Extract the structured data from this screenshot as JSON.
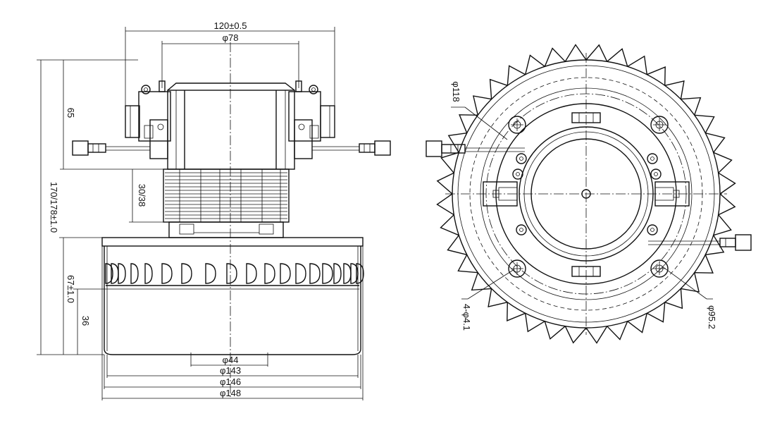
{
  "side_view": {
    "dims": {
      "width_total": "120±0.5",
      "dia_top": "φ78",
      "height_top": "65",
      "stack_height": "30/38",
      "height_total": "170/178±1.0",
      "fan_height": "67±1.0",
      "fan_lower": "36",
      "dia_inlet": "φ44",
      "dia_143": "φ143",
      "dia_146": "φ146",
      "dia_148": "φ148"
    }
  },
  "end_view": {
    "dims": {
      "dia_118": "φ118",
      "holes": "4-φ4.1",
      "dia_95": "φ95.2"
    }
  }
}
